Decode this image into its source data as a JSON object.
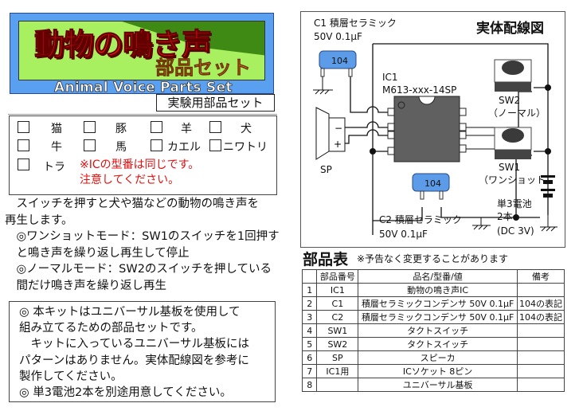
{
  "banner": {
    "title": "動物の鳴き声",
    "subtitle": "部品セット",
    "english": "Animal Voice Parts Set",
    "kit_label": "実験用部品セット"
  },
  "animals": {
    "items": [
      {
        "label": "猫",
        "checked": false
      },
      {
        "label": "豚",
        "checked": false
      },
      {
        "label": "羊",
        "checked": false
      },
      {
        "label": "犬",
        "checked": false
      },
      {
        "label": "牛",
        "checked": false
      },
      {
        "label": "馬",
        "checked": false
      },
      {
        "label": "カエル",
        "checked": false
      },
      {
        "label": "ニワトリ",
        "checked": false
      },
      {
        "label": "トラ",
        "checked": false
      }
    ],
    "warning_line1": "※ICの型番は同じです。",
    "warning_line2": "注意してください。"
  },
  "description": {
    "lines": [
      "　スイッチを押すと犬や猫などの動物の鳴き声を",
      "再生します。",
      "　◎ワンショットモード：SW1のスイッチを1回押す",
      "　と鳴き声を繰り返し再生して停止",
      "　◎ノーマルモード：SW2のスイッチを押している",
      "　間だけ鳴き声を繰り返し再生"
    ]
  },
  "notes": {
    "lines": [
      "◎ 本キットはユニバーサル基板を使用して",
      "組み立てるための部品セットです。",
      "　キットに入っているユニバーサル基板には",
      "パターンはありません。実体配線図を参考に",
      "製作してください。",
      "◎ 単3電池2本を別途用意してください。"
    ]
  },
  "schematic": {
    "title": "実体配線図",
    "c1_label": "C1 積層セラミック",
    "c1_value": "50V 0.1μF",
    "c2_label": "C2 積層セラミック",
    "c2_value": "50V 0.1μF",
    "cap_marking": "104",
    "ic_name": "IC1",
    "ic_part": "M613-xxx-14SP",
    "sw2_name": "SW2",
    "sw2_mode": "（ノーマル）",
    "sw1_name": "SW1",
    "sw1_mode": "（ワンショット）",
    "speaker": "SP",
    "sp_minus": "−",
    "sp_plus": "+",
    "battery_line1": "単3電池",
    "battery_line2": "2本",
    "battery_line3": "(DC 3V)",
    "colors": {
      "capacitor": "#5b9be8",
      "ic": "#606060",
      "switch_body": "#444444"
    }
  },
  "parts": {
    "title": "部品表",
    "note": "※予告なく変更することがあります",
    "headers": [
      "",
      "部品番号",
      "品名/型番/値",
      "備考"
    ],
    "rows": [
      [
        "1",
        "IC1",
        "動物の鳴き声IC",
        ""
      ],
      [
        "2",
        "C1",
        "積層セラミックコンデンサ 50V 0.1μF",
        "104の表記"
      ],
      [
        "3",
        "C2",
        "積層セラミックコンデンサ 50V 0.1μF",
        "104の表記"
      ],
      [
        "4",
        "SW1",
        "タクトスイッチ",
        ""
      ],
      [
        "5",
        "SW2",
        "タクトスイッチ",
        ""
      ],
      [
        "6",
        "SP",
        "スピーカ",
        ""
      ],
      [
        "7",
        "IC1用",
        "ICソケット 8ピン",
        ""
      ],
      [
        "8",
        "",
        "ユニバーサル基板",
        ""
      ]
    ]
  }
}
